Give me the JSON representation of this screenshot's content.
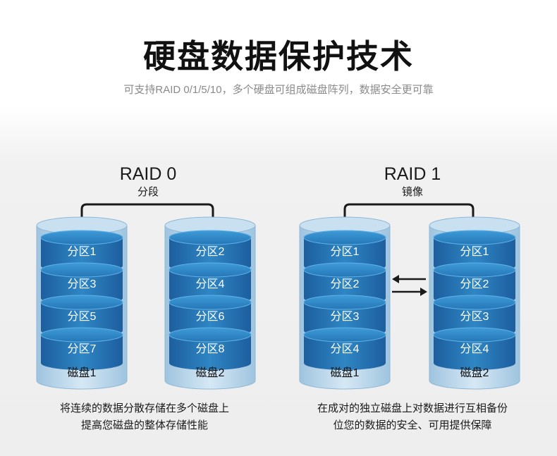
{
  "header": {
    "title": "硬盘数据保护技术",
    "subtitle": "可支持RAID 0/1/5/10，多个硬盘可组成磁盘阵列，数据安全更可靠"
  },
  "raid0": {
    "title": "RAID 0",
    "subtitle": "分段",
    "disks": [
      {
        "label": "磁盘1",
        "partitions": [
          "分区1",
          "分区3",
          "分区5",
          "分区7"
        ]
      },
      {
        "label": "磁盘2",
        "partitions": [
          "分区2",
          "分区4",
          "分区6",
          "分区8"
        ]
      }
    ],
    "caption_line1": "将连续的数据分散存储在多个磁盘上",
    "caption_line2": "提高您磁盘的整体存储性能"
  },
  "raid1": {
    "title": "RAID 1",
    "subtitle": "镜像",
    "disks": [
      {
        "label": "磁盘1",
        "partitions": [
          "分区1",
          "分区2",
          "分区3",
          "分区4"
        ]
      },
      {
        "label": "磁盘2",
        "partitions": [
          "分区1",
          "分区2",
          "分区3",
          "分区4"
        ]
      }
    ],
    "caption_line1": "在成对的独立磁盘上对数据进行互相备份",
    "caption_line2": "位您的数据的安全、可用提供保障"
  },
  "colors": {
    "segment_top": "#2f86c4",
    "segment_bottom": "#1b5a9c",
    "disk_shell": "#b9d6ea",
    "connector": "#1a1a1a"
  }
}
